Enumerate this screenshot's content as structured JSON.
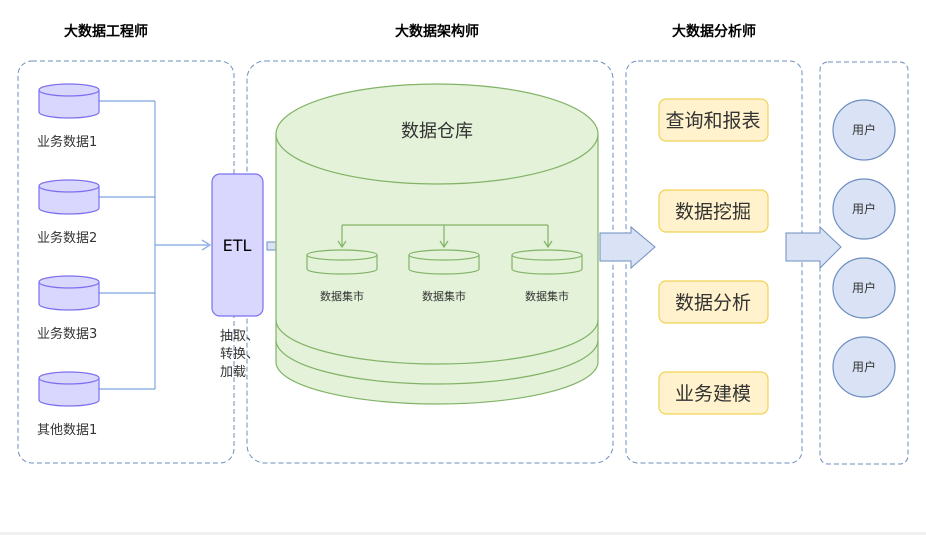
{
  "sections": {
    "engineer": "大数据工程师",
    "architect": "大数据架构师",
    "analyst": "大数据分析师"
  },
  "sources": [
    {
      "label": "业务数据1"
    },
    {
      "label": "业务数据2"
    },
    {
      "label": "业务数据3"
    },
    {
      "label": "其他数据1"
    }
  ],
  "etl": {
    "label": "ETL",
    "desc_lines": [
      "抽取、",
      "转换、",
      "加载"
    ]
  },
  "warehouse": {
    "label": "数据仓库",
    "marts": [
      {
        "label": "数据集市"
      },
      {
        "label": "数据集市"
      },
      {
        "label": "数据集市"
      }
    ]
  },
  "analysis": [
    {
      "label": "查询和报表"
    },
    {
      "label": "数据挖掘"
    },
    {
      "label": "数据分析"
    },
    {
      "label": "业务建模"
    }
  ],
  "users": [
    {
      "label": "用户"
    },
    {
      "label": "用户"
    },
    {
      "label": "用户"
    },
    {
      "label": "用户"
    }
  ],
  "colors": {
    "dashed_border": "#6c8ebf",
    "source_fill": "#dad7fe",
    "source_stroke": "#7b6ff0",
    "connector": "#7ea6e0",
    "warehouse_fill": "#e3f2d9",
    "warehouse_stroke": "#82b366",
    "analysis_fill": "#fff2cc",
    "analysis_stroke": "#f2d255",
    "user_fill": "#dae3f5",
    "user_stroke": "#6c8ebf",
    "arrow_fill": "#dae3f5"
  }
}
